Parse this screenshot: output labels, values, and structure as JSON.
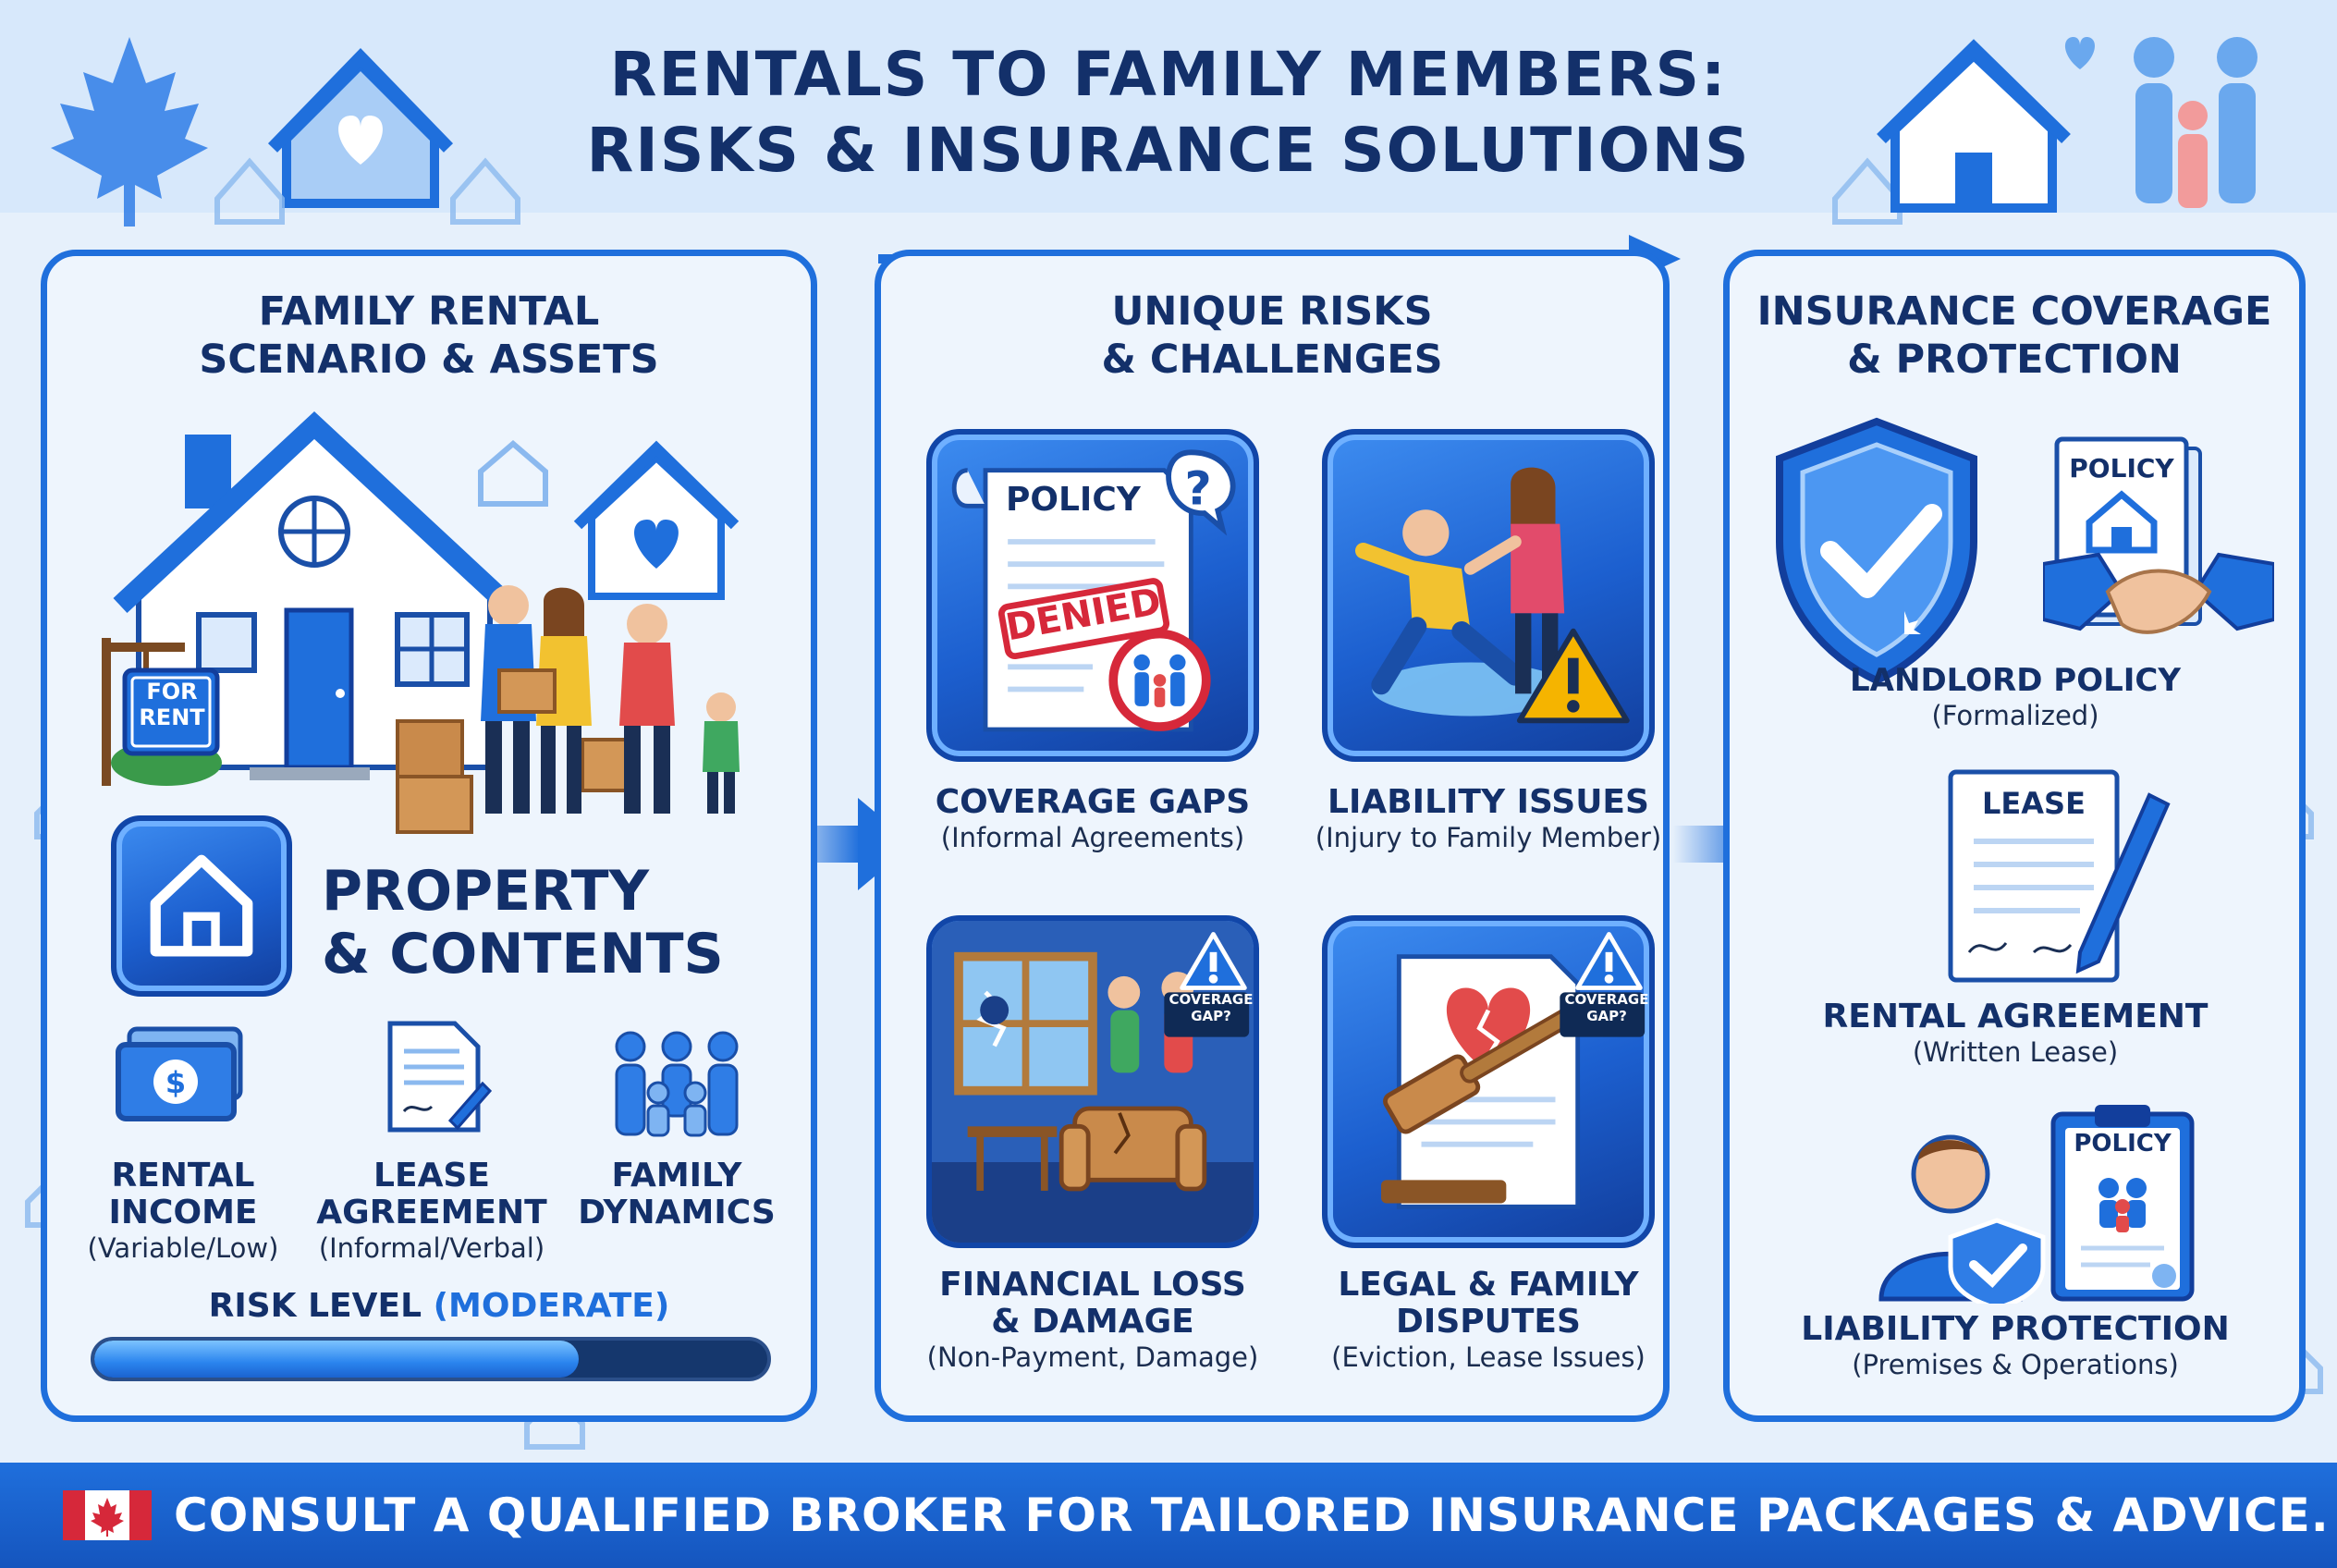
{
  "title": {
    "line1": "RENTALS TO FAMILY MEMBERS:",
    "line2": "RISKS & INSURANCE SOLUTIONS"
  },
  "panel1": {
    "heading_line1": "FAMILY RENTAL",
    "heading_line2": "SCENARIO & ASSETS",
    "sign_line1": "FOR",
    "sign_line2": "RENT",
    "property_line1": "PROPERTY",
    "property_line2": "& CONTENTS",
    "assets": [
      {
        "line1": "RENTAL",
        "line2": "INCOME",
        "sub": "(Variable/Low)",
        "icon": "money-icon"
      },
      {
        "line1": "LEASE",
        "line2": "AGREEMENT",
        "sub": "(Informal/Verbal)",
        "icon": "document-icon"
      },
      {
        "line1": "FAMILY",
        "line2": "DYNAMICS",
        "sub": "",
        "icon": "family-icon"
      }
    ],
    "risk_label": "RISK LEVEL",
    "risk_value": "(MODERATE)",
    "risk_fraction": 0.72
  },
  "panel2": {
    "heading_line1": "UNIQUE RISKS",
    "heading_line2": "& CHALLENGES",
    "tile1_policy": "POLICY",
    "tile1_stamp": "DENIED",
    "gap_badge_line1": "COVERAGE",
    "gap_badge_line2": "GAP?",
    "risks": [
      {
        "title": "COVERAGE GAPS",
        "sub": "(Informal Agreements)"
      },
      {
        "title": "LIABILITY ISSUES",
        "sub": "(Injury to Family Member)"
      },
      {
        "title_line1": "FINANCIAL LOSS",
        "title_line2": "& DAMAGE",
        "sub": "(Non-Payment, Damage)"
      },
      {
        "title_line1": "LEGAL & FAMILY",
        "title_line2": "DISPUTES",
        "sub": "(Eviction, Lease Issues)"
      }
    ]
  },
  "panel3": {
    "heading_line1": "INSURANCE COVERAGE",
    "heading_line2": "& PROTECTION",
    "doc_policy": "POLICY",
    "doc_lease": "LEASE",
    "doc_policy2": "POLICY",
    "solutions": [
      {
        "title": "LANDLORD POLICY",
        "sub": "(Formalized)"
      },
      {
        "title": "RENTAL AGREEMENT",
        "sub": "(Written Lease)"
      },
      {
        "title": "LIABILITY PROTECTION",
        "sub": "(Premises & Operations)"
      }
    ]
  },
  "footer": {
    "text": "CONSULT A QUALIFIED BROKER FOR TAILORED INSURANCE PACKAGES & ADVICE."
  },
  "colors": {
    "accent": "#1f6fdc",
    "navy": "#13306a",
    "background": "#e6f0fb",
    "warning": "#f5b400",
    "danger": "#d6283a"
  }
}
